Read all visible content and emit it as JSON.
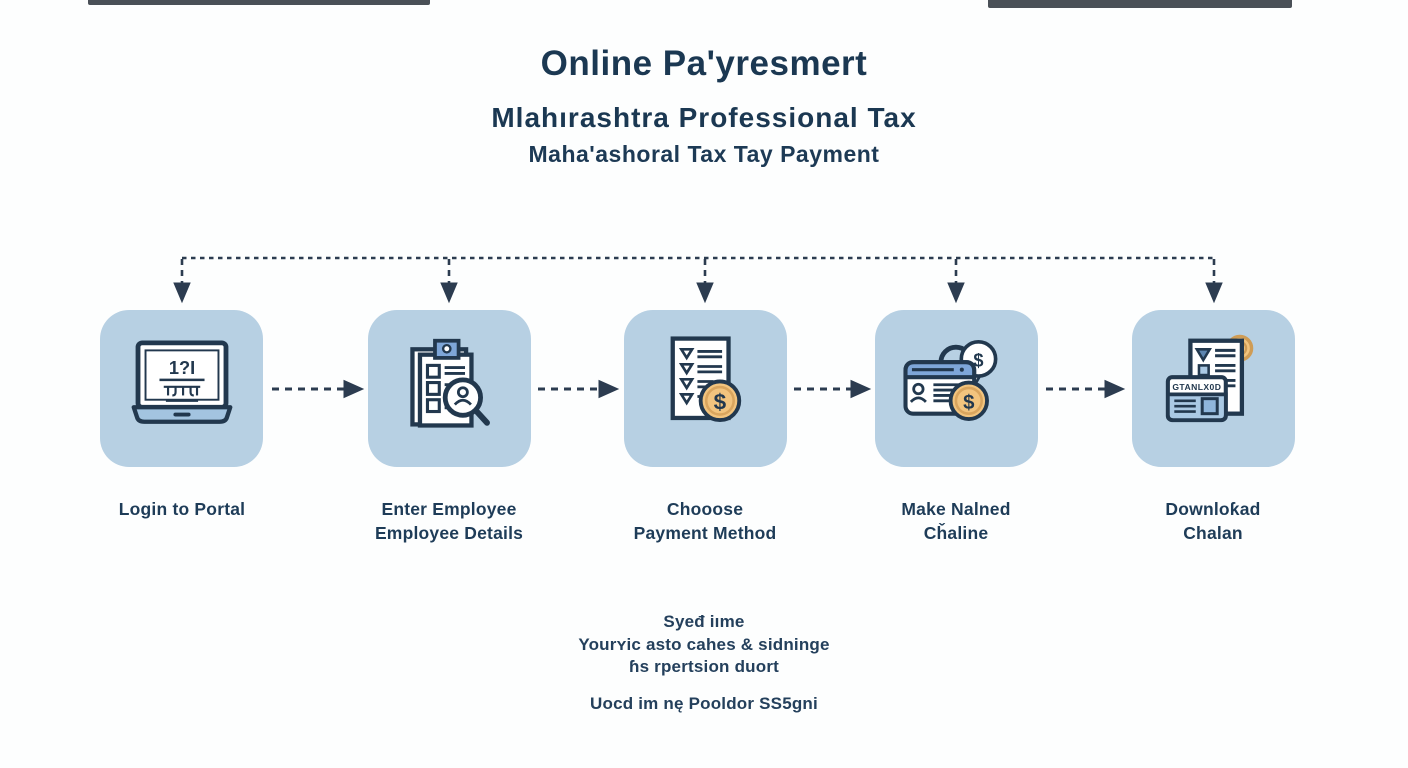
{
  "colors": {
    "box_blue": "#b7d0e3",
    "navy": "#22384e",
    "text_navy": "#1d3a55",
    "gold": "#f2c47e",
    "gold_ring": "#d9a55e",
    "icon_blue": "#7ea6d8",
    "icon_blue_light": "#aac9e4",
    "connector": "#2c3c50"
  },
  "header": {
    "title": "Online Pa'yresmert",
    "subtitle": "Mlahırashtra Professional Tax",
    "tagline": "Maha'ashoral Tax Tay Payment"
  },
  "steps": [
    {
      "icon": "laptop-login-icon",
      "screen_text": "1?I",
      "label_line1": "Login to Portal",
      "label_line2": ""
    },
    {
      "icon": "employee-search-clipboard-icon",
      "label_line1": "Enter Employee",
      "label_line2": "Employee Details"
    },
    {
      "icon": "payment-checklist-coin-icon",
      "label_line1": "Chooose",
      "label_line2": "Payment Method"
    },
    {
      "icon": "card-lock-dollar-icon",
      "label_line1": "Make Nalned",
      "label_line2": "Cȟaline"
    },
    {
      "icon": "challan-download-icon",
      "card_text": "GTANLX0D",
      "label_line1": "Downloƙad",
      "label_line2": "Chalan"
    }
  ],
  "dollar": "$",
  "footer": {
    "line1": "Syeđ iıme",
    "line2": "Yourʏic asto cahes & sidninge",
    "line3": "ɦs rpertsion duort",
    "line4": "Uocd im nę Pooldor SS5gni"
  }
}
